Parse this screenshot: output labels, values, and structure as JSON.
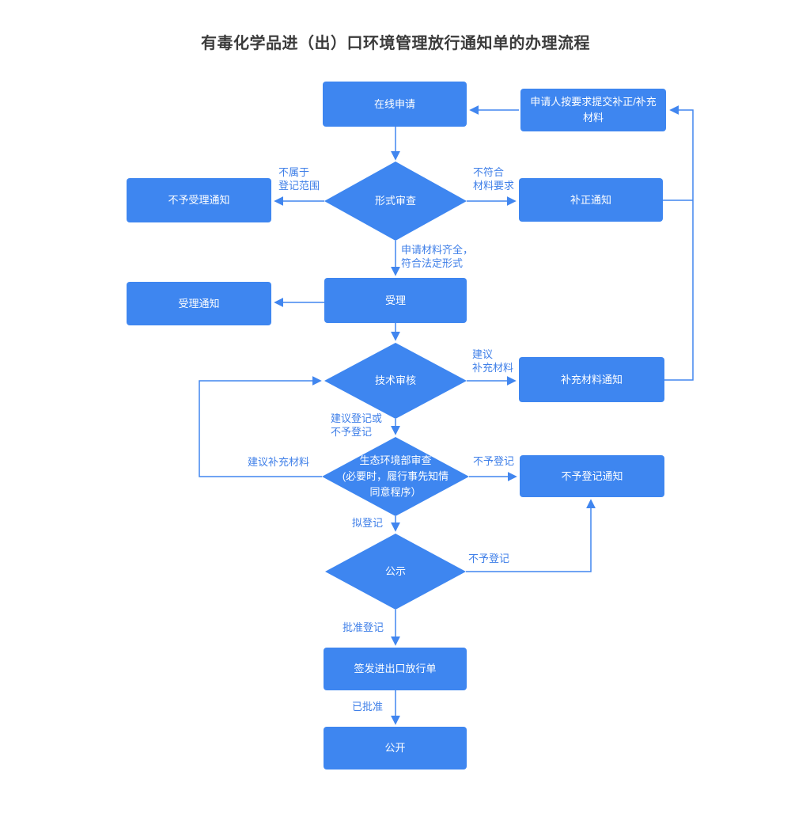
{
  "title": "有毒化学品进（出）口环境管理放行通知单的办理流程",
  "colors": {
    "node_fill": "#3e86f0",
    "connector_line": "#4186ef",
    "edge_label_text": "#3f7fe8",
    "node_text": "#ffffff",
    "title_text": "#3b3b3b",
    "background": "#ffffff"
  },
  "nodes": {
    "online_apply": "在线申请",
    "resubmit_materials": "申请人按要求提交补正/补充材料",
    "not_accepted_notice": "不予受理通知",
    "correction_notice": "补正通知",
    "formal_review": "形式审查",
    "accept": "受理",
    "accept_notice": "受理通知",
    "technical_review": "技术审核",
    "supplement_notice": "补充材料通知",
    "mee_review": "生态环境部审查\n(必要时，履行事先知情\n同意程序）",
    "no_registration_notice": "不予登记通知",
    "public_notice": "公示",
    "issue_permit": "签发进出口放行单",
    "disclosure": "公开"
  },
  "edge_labels": {
    "not_in_scope": "不属于\n登记范围",
    "not_meet_requirements": "不符合\n材料要求",
    "materials_complete": "申请材料齐全，\n符合法定形式",
    "suggest_supplement_wrapped": "建议\n补充材料",
    "suggest_register_or_not": "建议登记或\n不予登记",
    "suggest_supplement": "建议补充材料",
    "no_register_right": "不予登记",
    "proposed_register": "拟登记",
    "no_register_public": "不予登记",
    "approve_register": "批准登记",
    "approved": "已批准"
  }
}
